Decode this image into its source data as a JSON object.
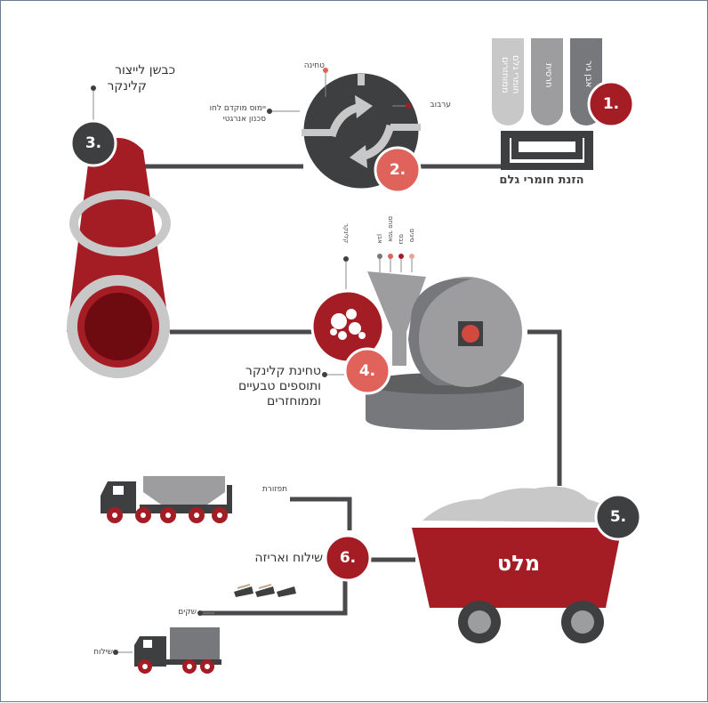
{
  "steps": {
    "s1": "1.",
    "s2": "2.",
    "s3": "3.",
    "s4": "4.",
    "s5": "5.",
    "s6": "6."
  },
  "silos": {
    "a": "אבן גיר",
    "b": "חרסית",
    "c": "חומרי גלם ממוחזרים"
  },
  "labels": {
    "raw_feed": "הזנת חומרי גלם",
    "kiln_title_1": "כבשן לייצור",
    "kiln_title_2": "קלינקר",
    "grinding": "טחינה",
    "mixing": "ערבוב",
    "fuel_1": "יימוס מוקדם לחו",
    "fuel_2": "סכנון אנרגטי",
    "clinker_vert": "קלינקר",
    "additive_1": "אבן",
    "additive_2": "אפר פחם",
    "additive_3": "גבס",
    "additive_4": "סיגים",
    "mill_1": "טחינת קלינקר",
    "mill_2": "ותוספים טבעיים",
    "mill_3": "וממוחזרים",
    "cement": "מלט",
    "dispatch": "שילוח ואריזה",
    "bulk": "תפזורת",
    "bags": "שקים",
    "shipping": "שילוח"
  },
  "colors": {
    "red": "#a51d24",
    "dark_red": "#6e0b10",
    "salmon": "#e0635b",
    "charcoal": "#3e3f41",
    "gray": "#9d9d9f",
    "light_gray": "#c8c8c9",
    "line": "#4a4a4c"
  }
}
